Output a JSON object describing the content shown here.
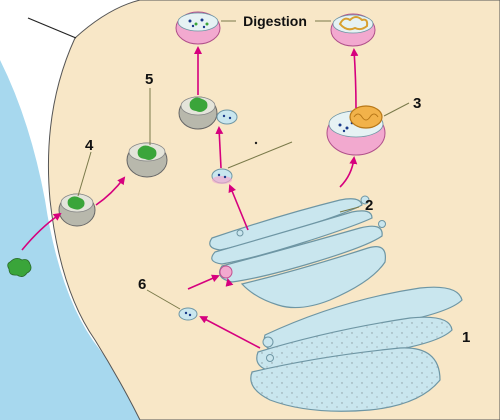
{
  "labels": {
    "digestion": "Digestion",
    "n1": "1",
    "n2": "2",
    "n3": "3",
    "n4": "4",
    "n5": "5",
    "n6": "6"
  },
  "colors": {
    "cytoplasm": "#f8e7c7",
    "membrane_extracellular": "#a7d8ee",
    "organelle_fill": "#c9e6ee",
    "organelle_stroke": "#6e96a4",
    "vesicle_grey": "#a9a9a0",
    "lysosome_pink": "#f2a9cf",
    "food_green": "#3aa53a",
    "mitochondrion_orange": "#f2b24a",
    "arrow_magenta": "#d6007e",
    "label_line": "#7a7a4a"
  }
}
